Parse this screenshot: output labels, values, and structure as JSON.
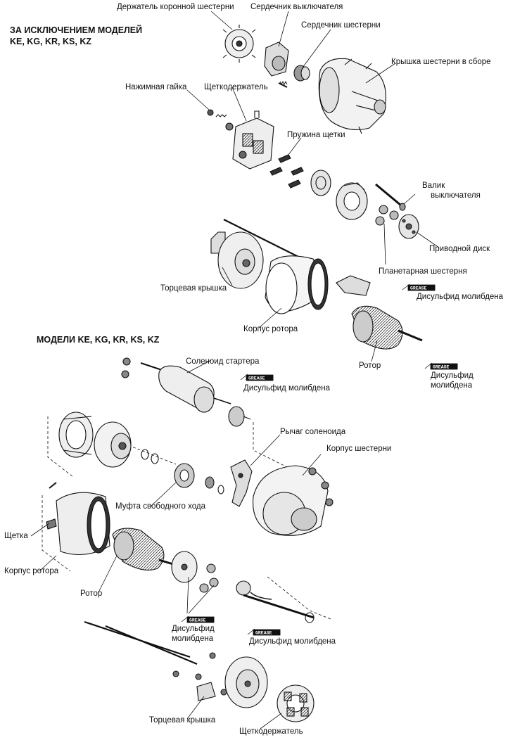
{
  "headers": {
    "except_models_line1": "ЗА ИСКЛЮЧЕНИЕМ МОДЕЛЕЙ",
    "except_models_line2": "KE, KG, KR, KS, KZ",
    "models": "МОДЕЛИ KE, KG, KR, KS, KZ"
  },
  "labels": {
    "ring_gear_holder": "Держатель коронной шестерни",
    "switch_core": "Сердечник выключателя",
    "gear_core": "Сердечник шестерни",
    "gear_cover_assembly": "Крышка шестерни в сборе",
    "press_nut": "Нажимная гайка",
    "brush_holder_top": "Щеткодержатель",
    "brush_spring": "Пружина щетки",
    "switch_shaft_1": "Валик",
    "switch_shaft_2": "выключателя",
    "drive_disc": "Приводной диск",
    "planetary_gear": "Планетарная шестерня",
    "moly_1": "Дисульфид молибдена",
    "end_cover_top": "Торцевая крышка",
    "rotor_housing_top": "Корпус ротора",
    "rotor_top": "Ротор",
    "moly_2_line1": "Дисульфид",
    "moly_2_line2": "молибдена",
    "starter_solenoid": "Соленоид стартера",
    "moly_3": "Дисульфид молибдена",
    "solenoid_lever": "Рычаг соленоида",
    "gear_housing": "Корпус шестерни",
    "overrunning_clutch": "Муфта свободного хода",
    "brush": "Щетка",
    "rotor_housing_bottom": "Корпус ротора",
    "rotor_bottom": "Ротор",
    "moly_4_line1": "Дисульфид",
    "moly_4_line2": "молибдена",
    "moly_5": "Дисульфид молибдена",
    "end_cover_bottom": "Торцевая крышка",
    "brush_holder_bottom": "Щеткодержатель"
  },
  "grease_tag": "GREASE"
}
